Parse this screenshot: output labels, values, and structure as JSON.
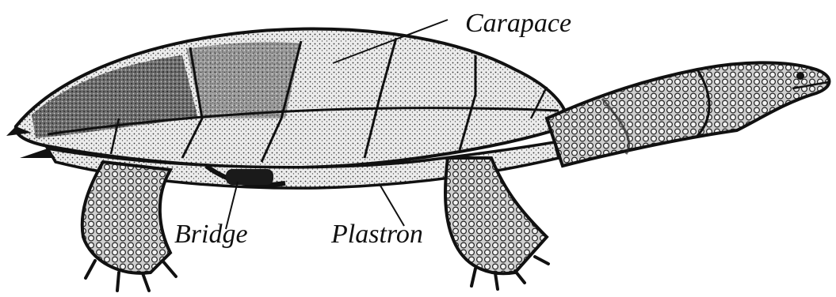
{
  "diagram": {
    "labels": {
      "carapace": "Carapace",
      "bridge": "Bridge",
      "plastron": "Plastron"
    },
    "colors": {
      "ink": "#111111",
      "paper": "#ffffff",
      "shell_light": "#e9e9e9",
      "shell_mid": "#bdbdbd",
      "shell_dark": "#3a3a3a"
    }
  }
}
